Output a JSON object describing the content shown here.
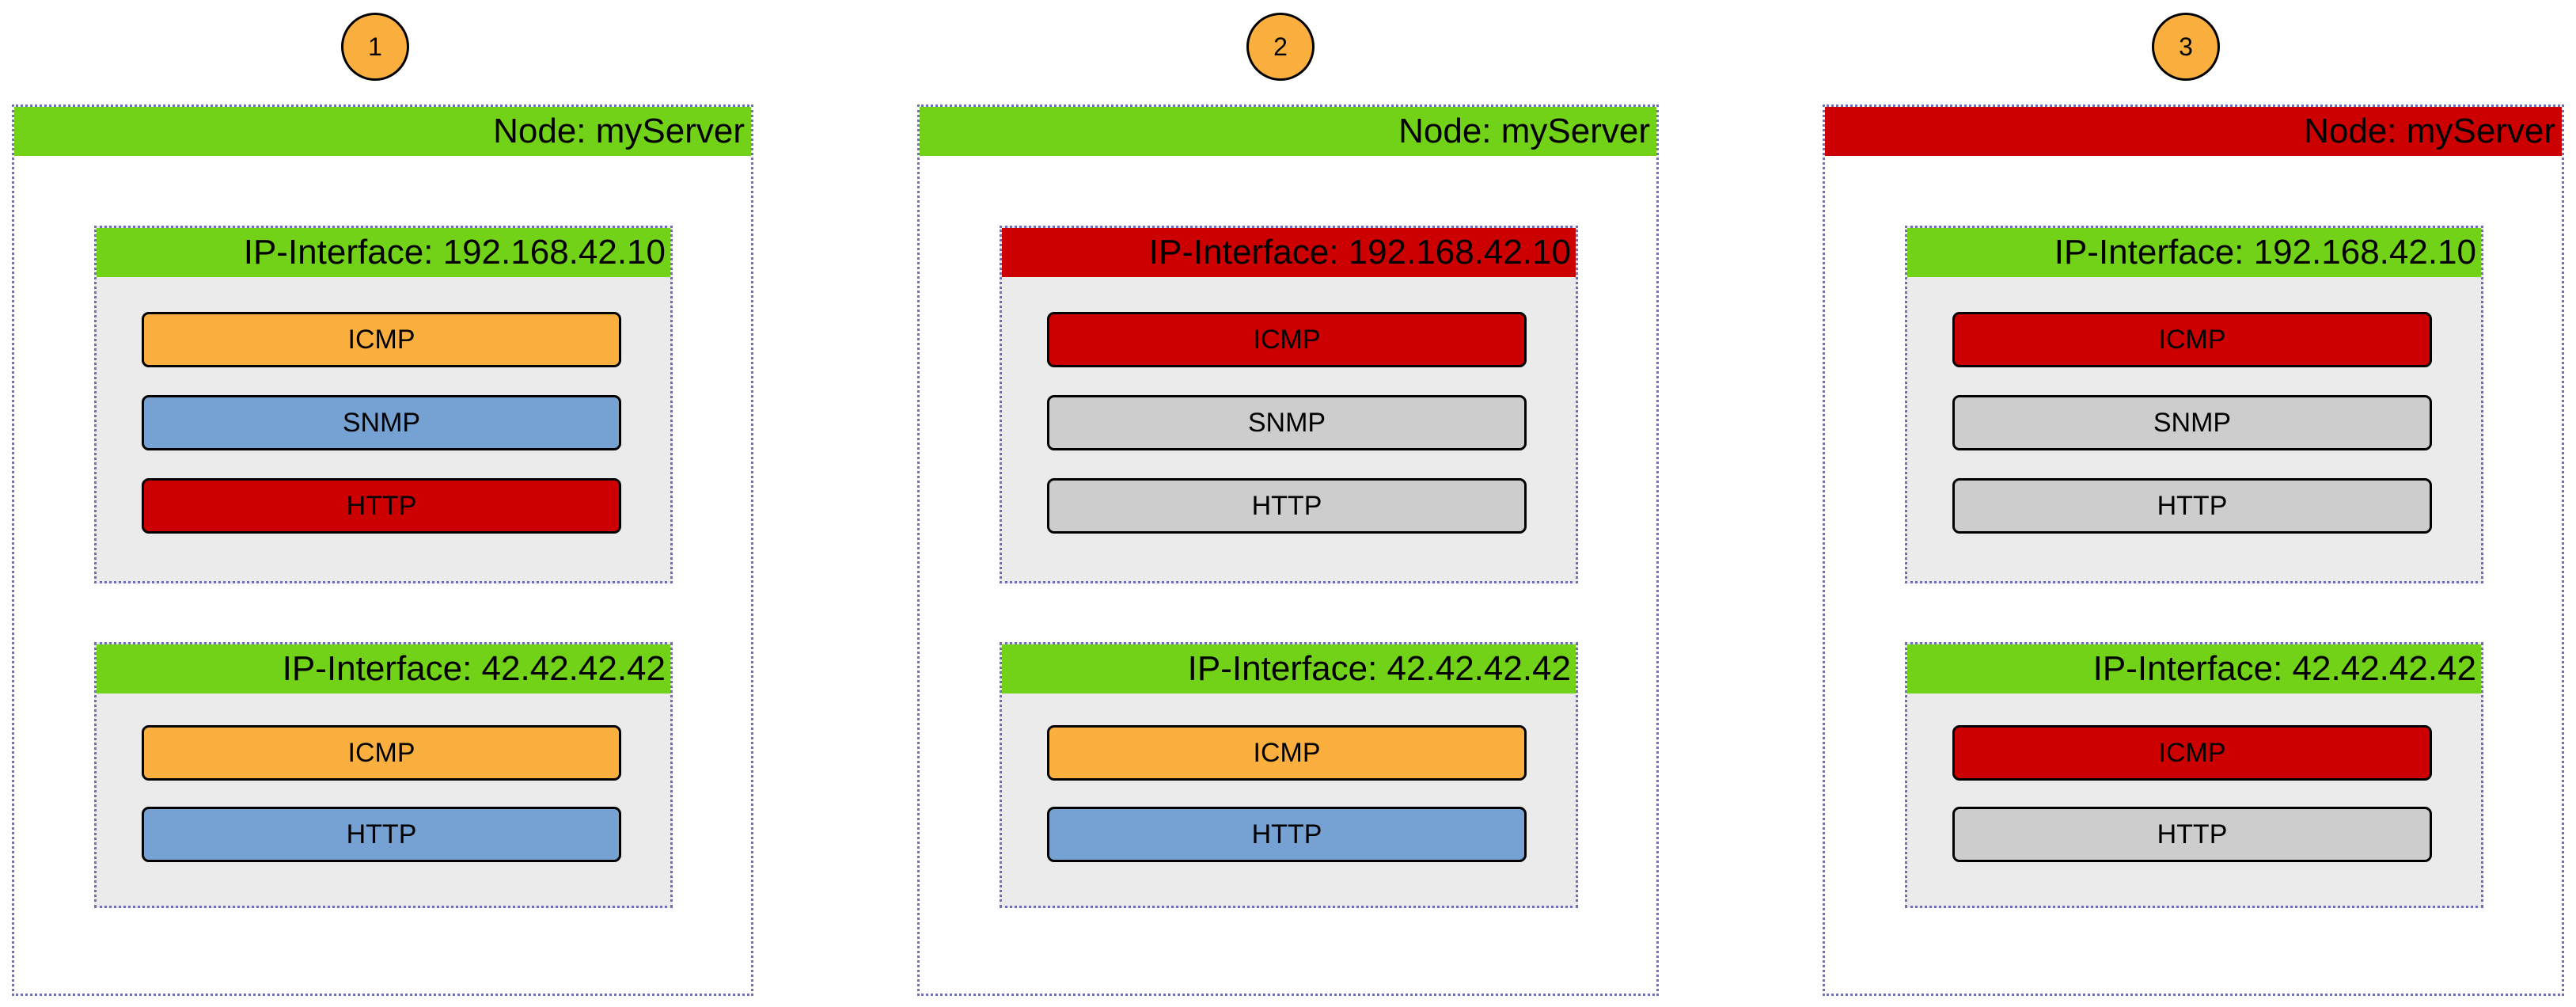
{
  "colors": {
    "up": "#72d218",
    "down": "#cc0000",
    "warning": "#fbaf3f",
    "ok": "#75a2d3",
    "unknown": "#cdcdcd",
    "badge": "#fbaf3f"
  },
  "scenarios": [
    {
      "badge": "1",
      "node": {
        "label": "Node: myServer",
        "status": "up"
      },
      "interfaces": [
        {
          "label": "IP-Interface: 192.168.42.10",
          "status": "up",
          "services": [
            {
              "label": "ICMP",
              "status": "warning"
            },
            {
              "label": "SNMP",
              "status": "ok"
            },
            {
              "label": "HTTP",
              "status": "down"
            }
          ]
        },
        {
          "label": "IP-Interface: 42.42.42.42",
          "status": "up",
          "services": [
            {
              "label": "ICMP",
              "status": "warning"
            },
            {
              "label": "HTTP",
              "status": "ok"
            }
          ]
        }
      ]
    },
    {
      "badge": "2",
      "node": {
        "label": "Node: myServer",
        "status": "up"
      },
      "interfaces": [
        {
          "label": "IP-Interface: 192.168.42.10",
          "status": "down",
          "services": [
            {
              "label": "ICMP",
              "status": "down"
            },
            {
              "label": "SNMP",
              "status": "unknown"
            },
            {
              "label": "HTTP",
              "status": "unknown"
            }
          ]
        },
        {
          "label": "IP-Interface: 42.42.42.42",
          "status": "up",
          "services": [
            {
              "label": "ICMP",
              "status": "warning"
            },
            {
              "label": "HTTP",
              "status": "ok"
            }
          ]
        }
      ]
    },
    {
      "badge": "3",
      "node": {
        "label": "Node: myServer",
        "status": "down"
      },
      "interfaces": [
        {
          "label": "IP-Interface: 192.168.42.10",
          "status": "up",
          "services": [
            {
              "label": "ICMP",
              "status": "down"
            },
            {
              "label": "SNMP",
              "status": "unknown"
            },
            {
              "label": "HTTP",
              "status": "unknown"
            }
          ]
        },
        {
          "label": "IP-Interface: 42.42.42.42",
          "status": "up",
          "services": [
            {
              "label": "ICMP",
              "status": "down"
            },
            {
              "label": "HTTP",
              "status": "unknown"
            }
          ]
        }
      ]
    }
  ]
}
